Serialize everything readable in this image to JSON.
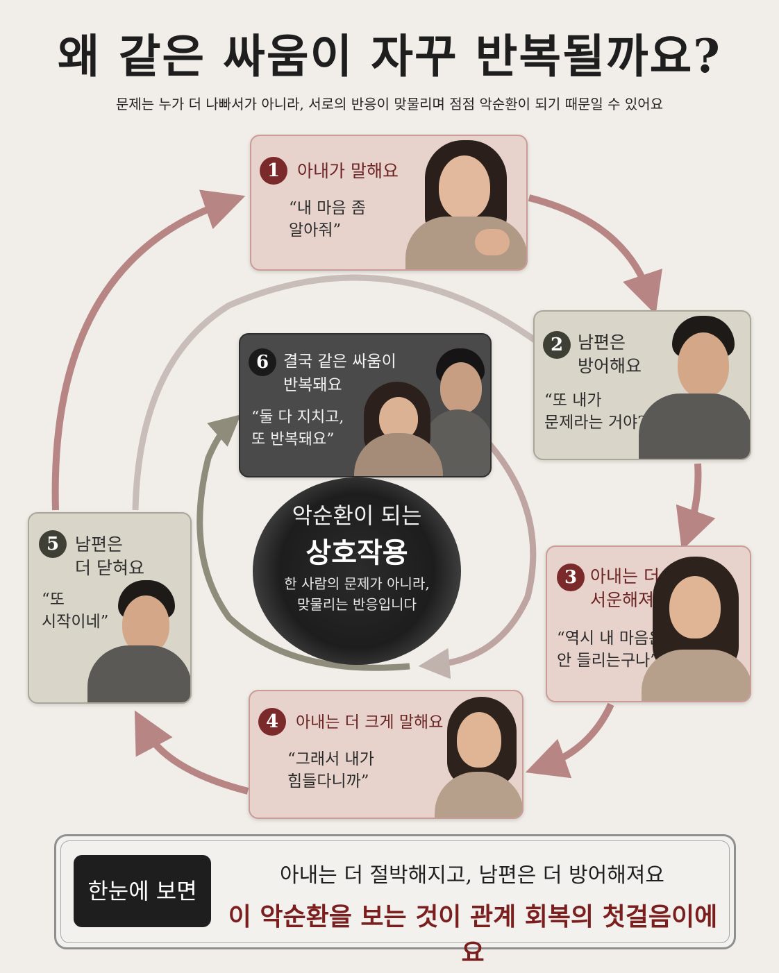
{
  "title": "왜 같은 싸움이 자꾸 반복될까요?",
  "subtitle": "문제는 누가 더 나빠서가 아니라, 서로의 반응이 맞물리며 점점 악순환이 되기 때문일 수 있어요",
  "steps": [
    {
      "number": "1",
      "title": "아내가 말해요",
      "quote": "“내 마음 좀\n알아줘”"
    },
    {
      "number": "2",
      "title": "남편은\n방어해요",
      "quote": "“또 내가\n문제라는 거야?”"
    },
    {
      "number": "3",
      "title": "아내는 더\n서운해져요",
      "quote": "“역시 내 마음은\n안 들리는구나”"
    },
    {
      "number": "4",
      "title": "아내는 더 크게 말해요",
      "quote": "“그래서 내가\n힘들다니까”"
    },
    {
      "number": "5",
      "title": "남편은\n더 닫혀요",
      "quote": "“또\n시작이네”"
    },
    {
      "number": "6",
      "title": "결국 같은 싸움이\n반복돼요",
      "quote": "“둘 다 지치고,\n또 반복돼요”"
    }
  ],
  "center": {
    "title_line1": "악순환이 되는",
    "title_line2": "상호작용",
    "subtitle": "한 사람의 문제가 아니라,\n맞물리는 반응입니다"
  },
  "summary": {
    "label": "한눈에 보면",
    "line1": "아내는 더 절박해지고, 남편은 더 방어해져요",
    "line2": "이 악순환을 보는 것이 관계 회복의 첫걸음이에요"
  },
  "colors": {
    "accent_red": "#7a2a2a",
    "arrow_pink": "#b88585",
    "arrow_gray": "#9a968a",
    "pink_card": "#e7d2cc",
    "gray_card": "#d9d5c9",
    "dark_card": "#4a4a4a"
  }
}
